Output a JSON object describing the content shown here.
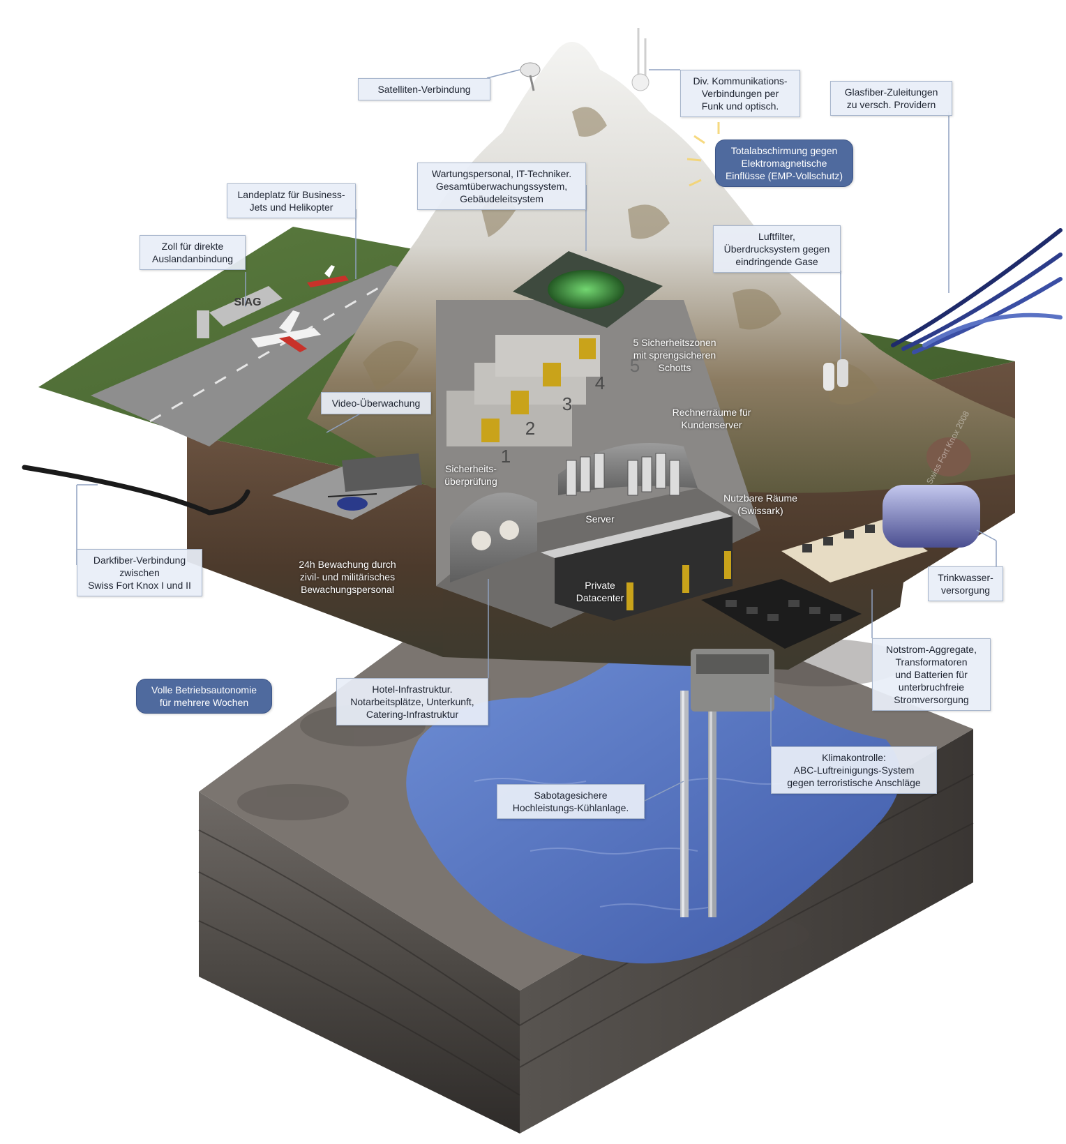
{
  "diagram": {
    "callouts": {
      "satellite": "Satelliten-Verbindung",
      "communications": "Div. Kommunikations-\nVerbindungen per\nFunk und optisch.",
      "glass_fiber": "Glasfiber-Zuleitungen\nzu versch. Providern",
      "emp_shield": "Totalabschirmung gegen\nElektromagnetische\nEinflüsse (EMP-Vollschutz)",
      "staff": "Wartungspersonal, IT-Techniker.\nGesamtüberwachungssystem,\nGebäudeleitsystem",
      "landing": "Landeplatz für Business-\nJets und Helikopter",
      "customs": "Zoll für direkte\nAuslandanbindung",
      "air_filter": "Luftfilter,\nÜberdrucksystem gegen\neindringende Gase",
      "video": "Video-Überwachung",
      "darkfiber": "Darkfiber-Verbindung\nzwischen\nSwiss Fort Knox I und II",
      "drinking_water": "Trinkwasser-\nversorgung",
      "power": "Notstrom-Aggregate,\nTransformatoren\nund Batterien für\nunterbruchfreie\nStromversorgung",
      "autonomy": "Volle Betriebsautonomie\nfür mehrere Wochen",
      "hotel": "Hotel-Infrastruktur.\nNotarbeitsplätze, Unterkunft,\nCatering-Infrastruktur",
      "climate": "Klimakontrolle:\nABC-Luftreinigungs-System\ngegen terroristische Anschläge",
      "cooling": "Sabotagesichere\nHochleistungs-Kühlanlage."
    },
    "inline_labels": {
      "security_zones": "5 Sicherheitszonen\nmit sprengsicheren\nSchotts",
      "customer_servers": "Rechnerräume für\nKundenserver",
      "security_check": "Sicherheits-\nüberprüfung",
      "server": "Server",
      "usable_rooms": "Nutzbare Räume\n(Swissark)",
      "guarding": "24h Bewachung durch\nzivil- und militärisches\nBewachungspersonal",
      "private_dc": "Private\nDatacenter",
      "zone_1": "1",
      "zone_2": "2",
      "zone_3": "3",
      "zone_4": "4",
      "zone_5": "5",
      "hangar_sign": "SIAG"
    },
    "watermark": "Swiss Fort Knox 2008",
    "colors": {
      "callout_bg": "#e8eef8",
      "callout_pill": "#4f6a9e",
      "water": "#5a78c4",
      "grass": "#4e6a34",
      "earth": "#5a4a3c",
      "rock": "#6e6a66",
      "snow": "#f2f2f0"
    }
  }
}
